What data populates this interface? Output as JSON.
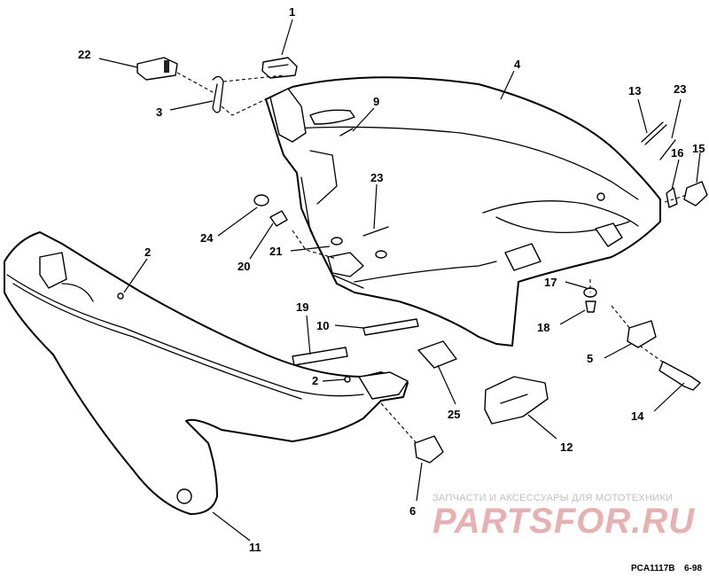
{
  "callouts": {
    "c1": "1",
    "c2a": "2",
    "c2b": "2",
    "c3": "3",
    "c4": "4",
    "c5": "5",
    "c6": "6",
    "c9": "9",
    "c10": "10",
    "c11": "11",
    "c12": "12",
    "c13": "13",
    "c14": "14",
    "c15": "15",
    "c16": "16",
    "c17": "17",
    "c18": "18",
    "c19": "19",
    "c20": "20",
    "c21": "21",
    "c22": "22",
    "c23a": "23",
    "c23b": "23",
    "c24": "24",
    "c25": "25"
  },
  "watermark": {
    "caption": "ЗАПЧАСТИ И АКСЕССУАРЫ ДЛЯ МОТОТЕХНИКИ",
    "logo": "PARTSFOR.RU"
  },
  "footer": {
    "drawing_code": "PCA1117B",
    "date_code": "6-98"
  }
}
